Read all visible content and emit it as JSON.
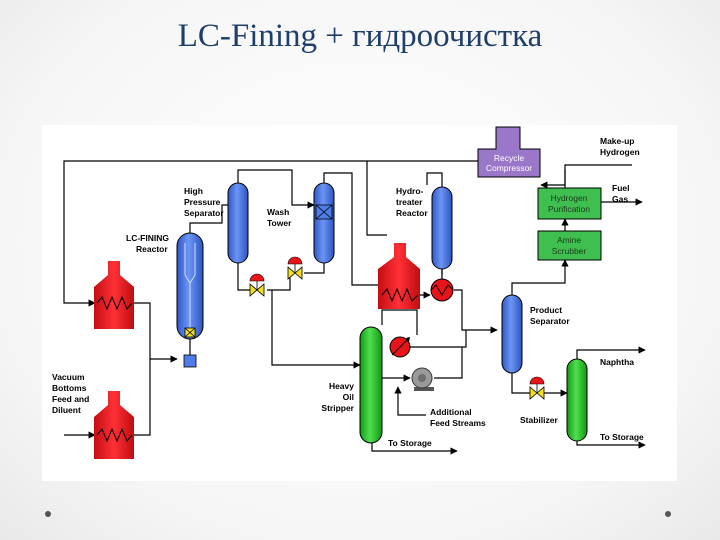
{
  "slide": {
    "title": "LC-Fining + гидроочистка"
  },
  "labels": {
    "high_pressure_separator": [
      "High",
      "Pressure",
      "Separator"
    ],
    "wash_tower": [
      "Wash",
      "Tower"
    ],
    "hydrotreater_reactor": [
      "Hydro-",
      "treater",
      "Reactor"
    ],
    "lc_fining_reactor": [
      "LC-FINING",
      "Reactor"
    ],
    "vacuum_bottoms": [
      "Vacuum",
      "Bottoms",
      "Feed and",
      "Diluent"
    ],
    "make_up_hydrogen": [
      "Make-up",
      "Hydrogen"
    ],
    "fuel_gas": [
      "Fuel",
      "Gas"
    ],
    "recycle_compressor": [
      "Recycle",
      "Compressor"
    ],
    "hydrogen_purification": [
      "Hydrogen",
      "Purification"
    ],
    "amine_scrubber": [
      "Amine",
      "Scrubber"
    ],
    "product_separator": [
      "Product",
      "Separator"
    ],
    "heavy_oil_stripper": [
      "Heavy",
      "Oil",
      "Stripper"
    ],
    "additional_feed_streams": [
      "Additional",
      "Feed Streams"
    ],
    "to_storage_stripper": "To Storage",
    "naphtha": "Naphtha",
    "stabilizer": "Stabilizer",
    "to_storage_stabilizer": "To Storage"
  },
  "colors": {
    "title": "#1f3f6b",
    "vessel_blue": "#3f6fe0",
    "vessel_green": "#22c022",
    "heater_red": "#e8141a",
    "compressor_purple": "#9a77c8",
    "process_block_green": "#3fbf4f",
    "line": "#000000"
  },
  "icons": {
    "heater": "fired-heater-icon",
    "valve": "control-valve-icon",
    "exchanger": "heat-exchanger-icon",
    "pump": "pump-icon"
  }
}
